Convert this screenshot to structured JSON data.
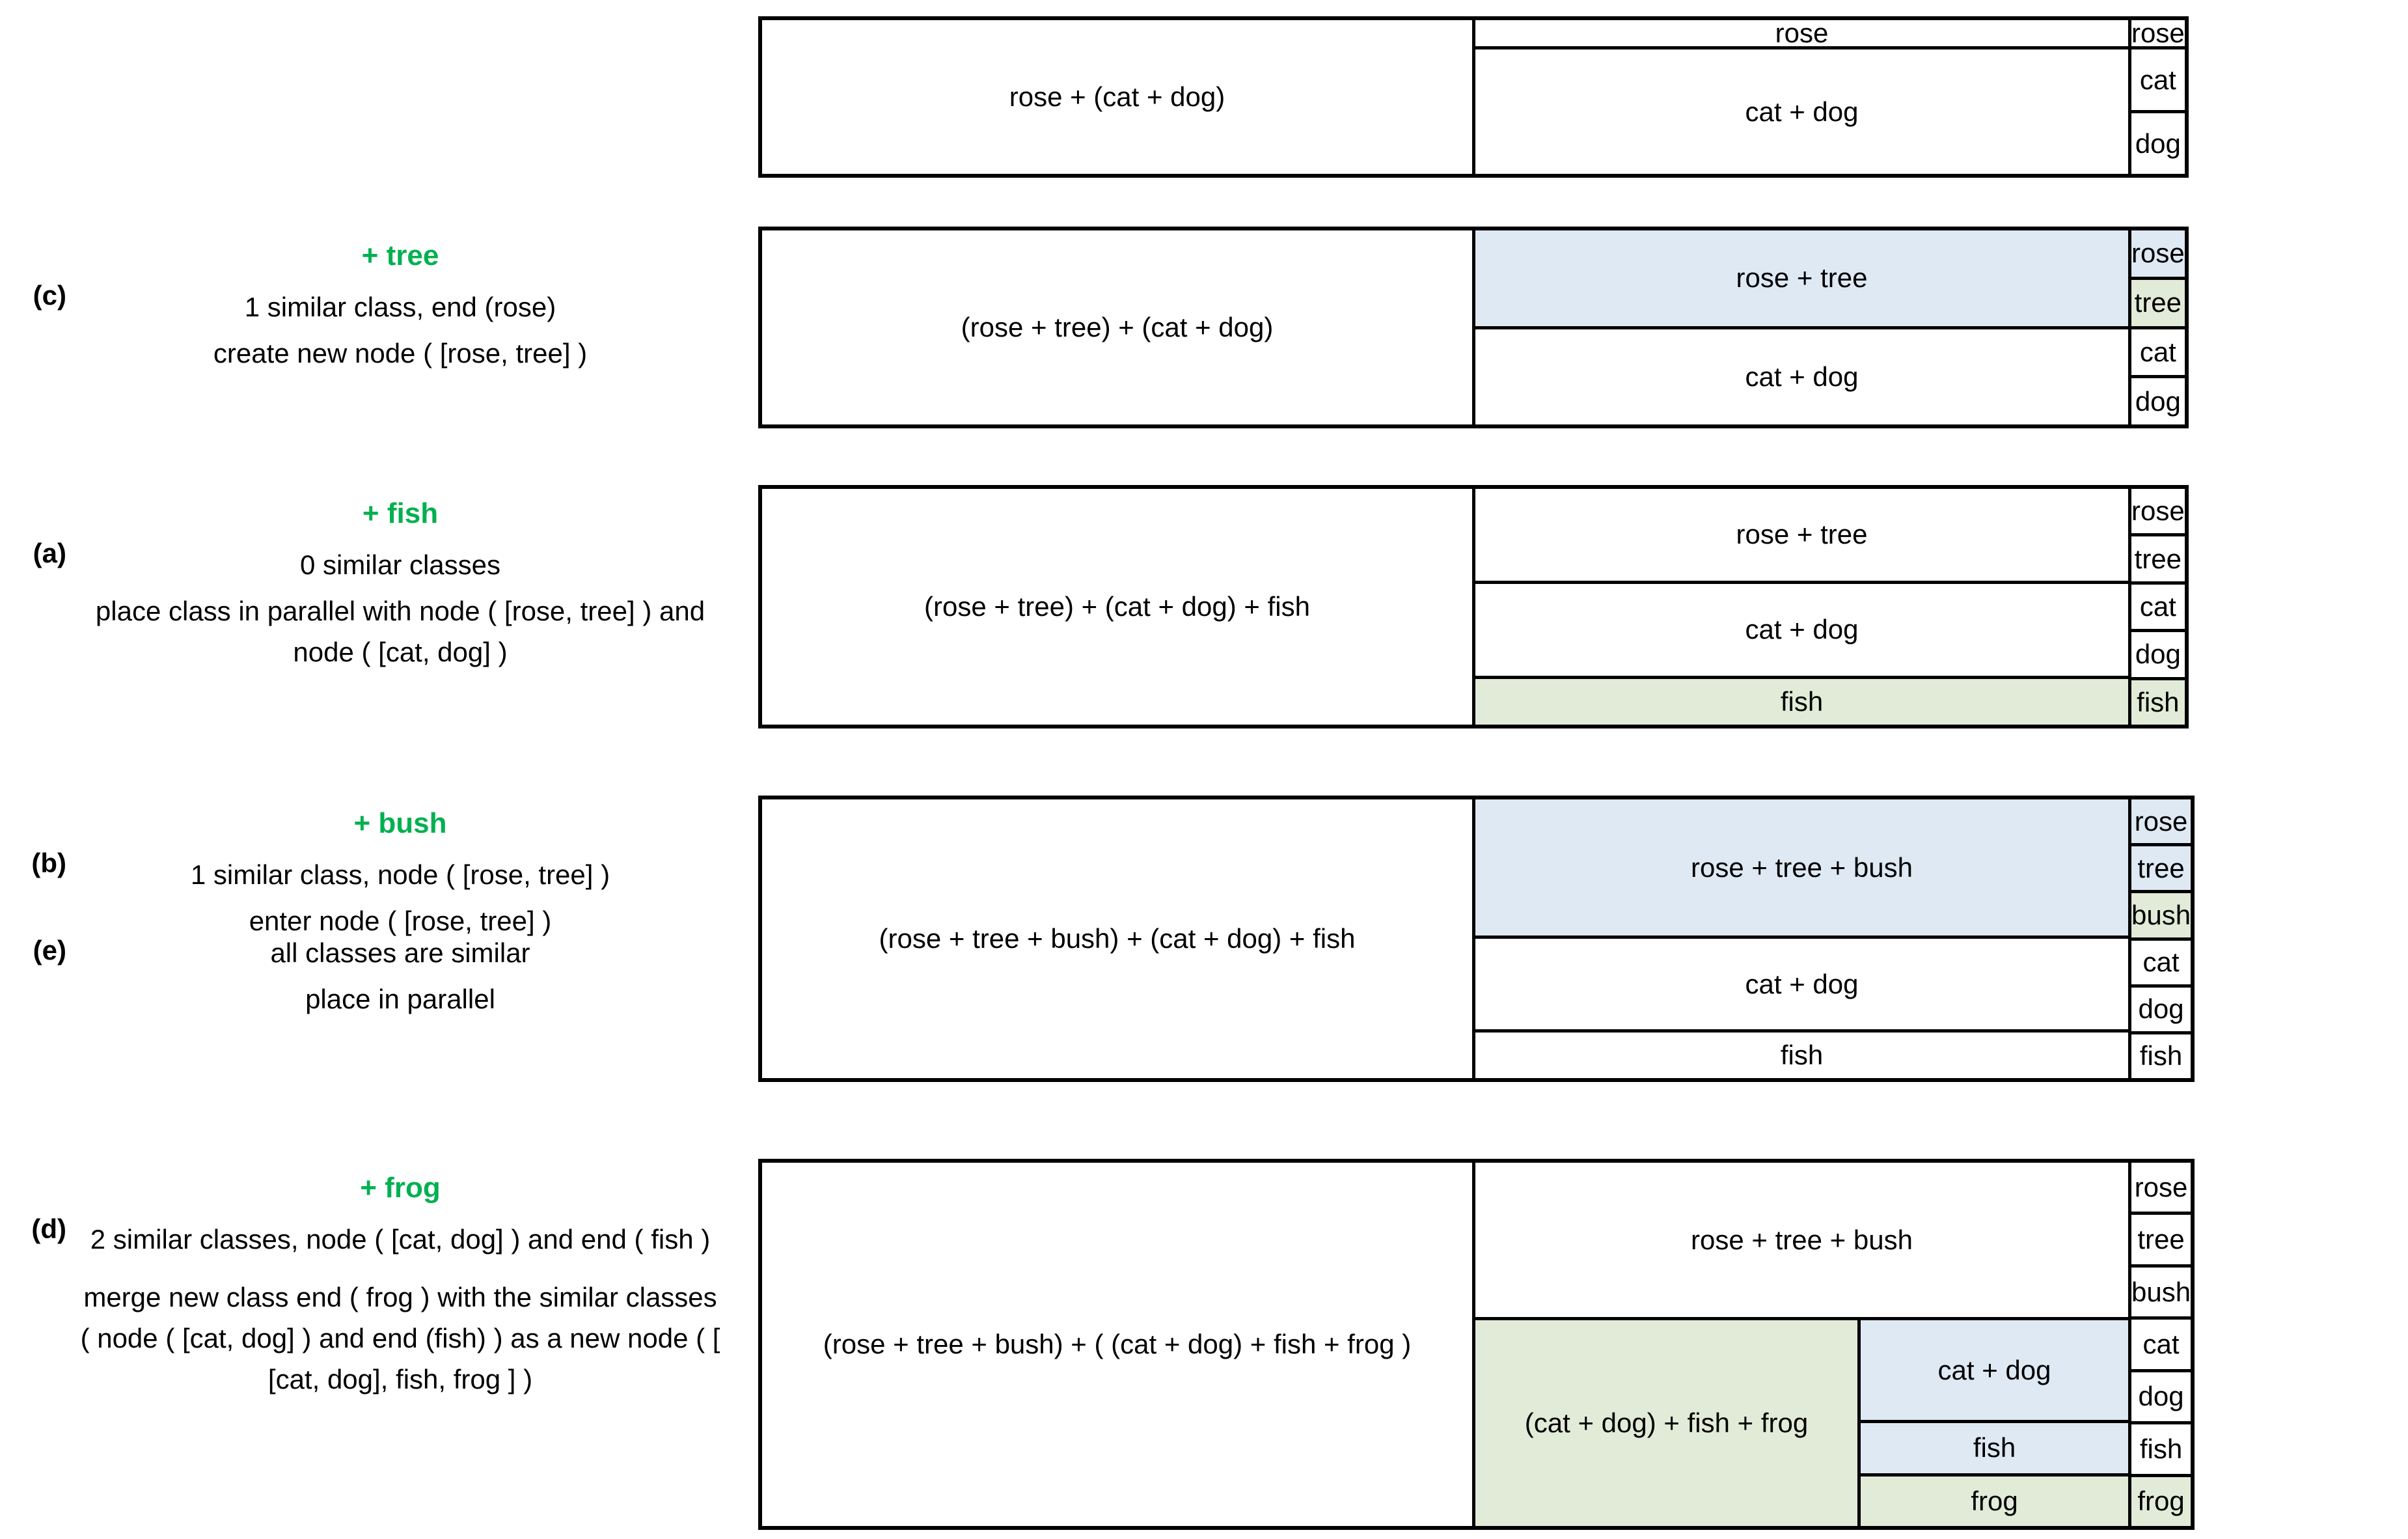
{
  "figure": {
    "title": "Incremental class-tree construction example",
    "colors": {
      "node_highlight": "#DEE9F4",
      "new_class_highlight": "#E2EBD8",
      "add_label": "#00B050",
      "border": "#000000",
      "background": "#FFFFFF"
    }
  },
  "blocks": [
    {
      "tag": "",
      "add_label": "",
      "desc_lines": [],
      "expression": "rose + (cat + dog)",
      "mid": [
        {
          "text": "rose",
          "fill": "white",
          "leaves": [
            {
              "text": "rose",
              "fill": "white"
            }
          ]
        },
        {
          "text": "cat + dog",
          "fill": "white",
          "leaves": [
            {
              "text": "cat",
              "fill": "white"
            },
            {
              "text": "dog",
              "fill": "white"
            }
          ]
        }
      ]
    },
    {
      "tag": "(c)",
      "add_label": "+ tree",
      "desc_lines": [
        "1 similar class, end (rose)",
        "create new node ( [rose, tree] )"
      ],
      "expression": "(rose + tree) + (cat + dog)",
      "mid": [
        {
          "text": "rose + tree",
          "fill": "blue",
          "leaves": [
            {
              "text": "rose",
              "fill": "blue"
            },
            {
              "text": "tree",
              "fill": "green"
            }
          ]
        },
        {
          "text": "cat + dog",
          "fill": "white",
          "leaves": [
            {
              "text": "cat",
              "fill": "white"
            },
            {
              "text": "dog",
              "fill": "white"
            }
          ]
        }
      ]
    },
    {
      "tag": "(a)",
      "add_label": "+ fish",
      "desc_lines": [
        "0 similar classes",
        "place class in parallel with node ( [rose, tree] ) and node ( [cat, dog] )"
      ],
      "expression": "(rose + tree) + (cat + dog) + fish",
      "mid": [
        {
          "text": "rose + tree",
          "fill": "white",
          "leaves": [
            {
              "text": "rose",
              "fill": "white"
            },
            {
              "text": "tree",
              "fill": "white"
            }
          ]
        },
        {
          "text": "cat + dog",
          "fill": "white",
          "leaves": [
            {
              "text": "cat",
              "fill": "white"
            },
            {
              "text": "dog",
              "fill": "white"
            }
          ]
        },
        {
          "text": "fish",
          "fill": "green",
          "leaves": [
            {
              "text": "fish",
              "fill": "green"
            }
          ]
        }
      ]
    },
    {
      "tag": "(b)",
      "tag2": "(e)",
      "add_label": "+ bush",
      "desc_lines": [
        "1 similar class, node ( [rose, tree] )",
        "enter node ( [rose, tree] )"
      ],
      "desc_lines2": [
        "all classes are similar",
        "place in parallel"
      ],
      "expression": "(rose + tree + bush) + (cat + dog) + fish",
      "mid": [
        {
          "text": "rose + tree + bush",
          "fill": "blue",
          "leaves": [
            {
              "text": "rose",
              "fill": "blue"
            },
            {
              "text": "tree",
              "fill": "blue"
            },
            {
              "text": "bush",
              "fill": "green"
            }
          ]
        },
        {
          "text": "cat + dog",
          "fill": "white",
          "leaves": [
            {
              "text": "cat",
              "fill": "white"
            },
            {
              "text": "dog",
              "fill": "white"
            }
          ]
        },
        {
          "text": "fish",
          "fill": "white",
          "leaves": [
            {
              "text": "fish",
              "fill": "white"
            }
          ]
        }
      ]
    },
    {
      "tag": "(d)",
      "add_label": "+ frog",
      "desc_lines": [
        "2 similar classes, node ( [cat, dog] ) and end ( fish )"
      ],
      "desc_lines_gap": [
        "merge new class end ( frog ) with the similar classes ( node ( [cat, dog] ) and end (fish) ) as a new node ( [ [cat, dog], fish, frog ] )"
      ],
      "expression": "(rose + tree + bush) + ( (cat + dog) + fish + frog )",
      "mid": [
        {
          "text": "rose + tree + bush",
          "fill": "white",
          "leaves": [
            {
              "text": "rose",
              "fill": "white"
            },
            {
              "text": "tree",
              "fill": "white"
            },
            {
              "text": "bush",
              "fill": "white"
            }
          ]
        }
      ],
      "nested": {
        "outer_text": "(cat + dog) + fish + frog",
        "outer_fill": "green",
        "groups": [
          {
            "text": "cat + dog",
            "fill": "blue",
            "leaves": [
              {
                "text": "cat",
                "fill": "white"
              },
              {
                "text": "dog",
                "fill": "white"
              }
            ]
          },
          {
            "text": "fish",
            "fill": "blue",
            "leaves": [
              {
                "text": "fish",
                "fill": "white"
              }
            ]
          },
          {
            "text": "frog",
            "fill": "green",
            "leaves": [
              {
                "text": "frog",
                "fill": "green"
              }
            ]
          }
        ]
      }
    }
  ]
}
